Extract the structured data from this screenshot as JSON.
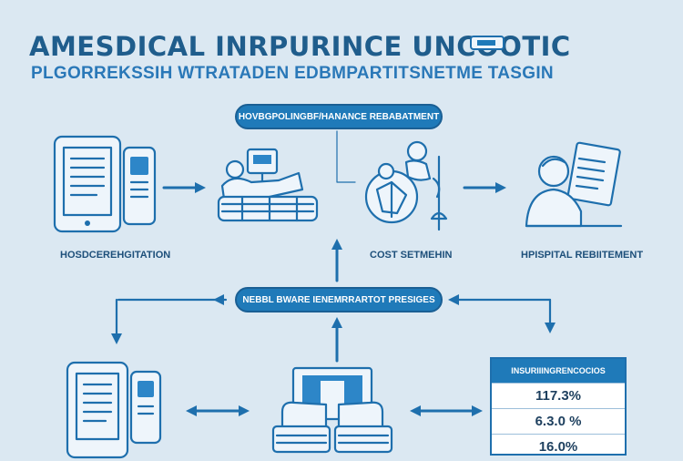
{
  "header": {
    "title": "AMESDICAL INRPURINCE UNCOOTIC",
    "subtitle": "PLGORREKSSIH WTRATADEN EDBMPARTITSNETME TASGIN"
  },
  "nodes": {
    "top_pill": "HOVBGPOLINGBF/HANANCE REBABATMENT",
    "middle_pill": "NEBBL BWARE IENEMRRARTOT PRESIGES",
    "caption_left": "HOSDCEREHGITATION",
    "caption_center": "COST SETMEHIN",
    "caption_right": "HPISPITAL REBIITEMENT"
  },
  "table": {
    "header": "INSURIIINGRENCOCIOS",
    "rows": [
      "117.3%",
      "6.3.0 %",
      "16.0%"
    ]
  },
  "colors": {
    "accent": "#1f7ab9",
    "background": "#dbe8f2",
    "line": "#1e6fad"
  }
}
